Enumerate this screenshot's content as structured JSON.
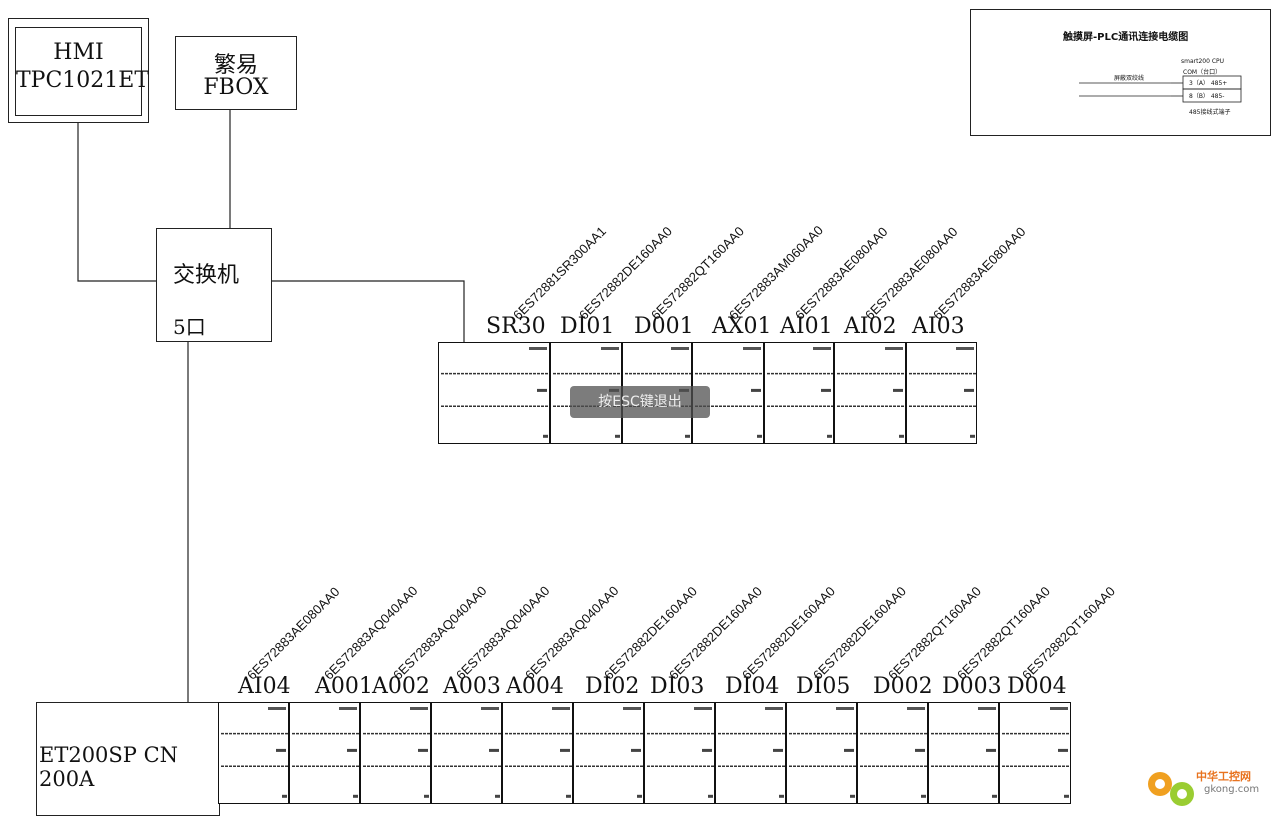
{
  "hmi": {
    "line1": "HMI",
    "line2": "TPC1021ET"
  },
  "fbox": {
    "line1": "繁易",
    "line2": "FBOX"
  },
  "switch": {
    "line1": "交换机",
    "line2": "5口"
  },
  "et200": {
    "label": "ET200SP CN 200A"
  },
  "legend": {
    "title": "触摸屏-PLC通讯连接电缆图",
    "cpu_header1": "smart200 CPU",
    "cpu_header2": "COM（台口）",
    "cable_label": "屏蔽双绞线",
    "row1": "3（A）  485+",
    "row2": "8（B）  485-",
    "footer": "485接线式端子"
  },
  "top_rack": {
    "modules": [
      {
        "name": "SR30",
        "part": "6ES72881SR300AA1"
      },
      {
        "name": "DI01",
        "part": "6ES72882DE160AA0"
      },
      {
        "name": "D001",
        "part": "6ES72882QT160AA0"
      },
      {
        "name": "AX01",
        "part": "6ES72883AM060AA0"
      },
      {
        "name": "AI01",
        "part": "6ES72883AE080AA0"
      },
      {
        "name": "AI02",
        "part": "6ES72883AE080AA0"
      },
      {
        "name": "AI03",
        "part": "6ES72883AE080AA0"
      }
    ]
  },
  "bottom_rack": {
    "modules": [
      {
        "name": "AI04",
        "part": "6ES72883AE080AA0"
      },
      {
        "name": "A001",
        "part": "6ES72883AQ040AA0"
      },
      {
        "name": "A002",
        "part": "6ES72883AQ040AA0"
      },
      {
        "name": "A003",
        "part": "6ES72883AQ040AA0"
      },
      {
        "name": "A004",
        "part": "6ES72883AQ040AA0"
      },
      {
        "name": "DI02",
        "part": "6ES72882DE160AA0"
      },
      {
        "name": "DI03",
        "part": "6ES72882DE160AA0"
      },
      {
        "name": "DI04",
        "part": "6ES72882DE160AA0"
      },
      {
        "name": "DI05",
        "part": "6ES72882DE160AA0"
      },
      {
        "name": "D002",
        "part": "6ES72882QT160AA0"
      },
      {
        "name": "D003",
        "part": "6ES72882QT160AA0"
      },
      {
        "name": "D004",
        "part": "6ES72882QT160AA0"
      }
    ]
  },
  "overlay": {
    "text": "按ESC键退出"
  },
  "watermark": {
    "line1": "中华工控网",
    "line2": "gkong.com"
  },
  "colors": {
    "line": "#222222",
    "overlay_bg": "#555555",
    "watermark_orange": "#f0a020",
    "watermark_green": "#9acd32"
  }
}
